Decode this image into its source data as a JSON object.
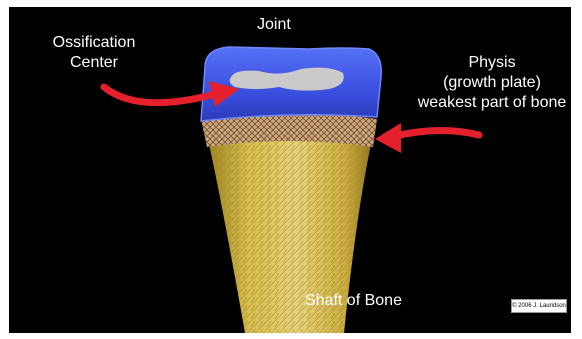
{
  "labels": {
    "joint": "Joint",
    "ossification_line1": "Ossification",
    "ossification_line2": "Center",
    "physis_line1": "Physis",
    "physis_line2": "(growth plate)",
    "physis_line3": "weakest part of bone",
    "shaft": "Shaft of Bone"
  },
  "credit": "© 2006 J. Lauridson",
  "colors": {
    "background": "#000000",
    "epiphysis": "#3f56e6",
    "ossification_center": "#d9d4c2",
    "physis": "#b9a07a",
    "shaft": "#d6b94a",
    "arrow": "#e3202b",
    "label_text": "#ffffff"
  },
  "icons": [
    "red-curved-arrow-left",
    "red-curved-arrow-right"
  ]
}
